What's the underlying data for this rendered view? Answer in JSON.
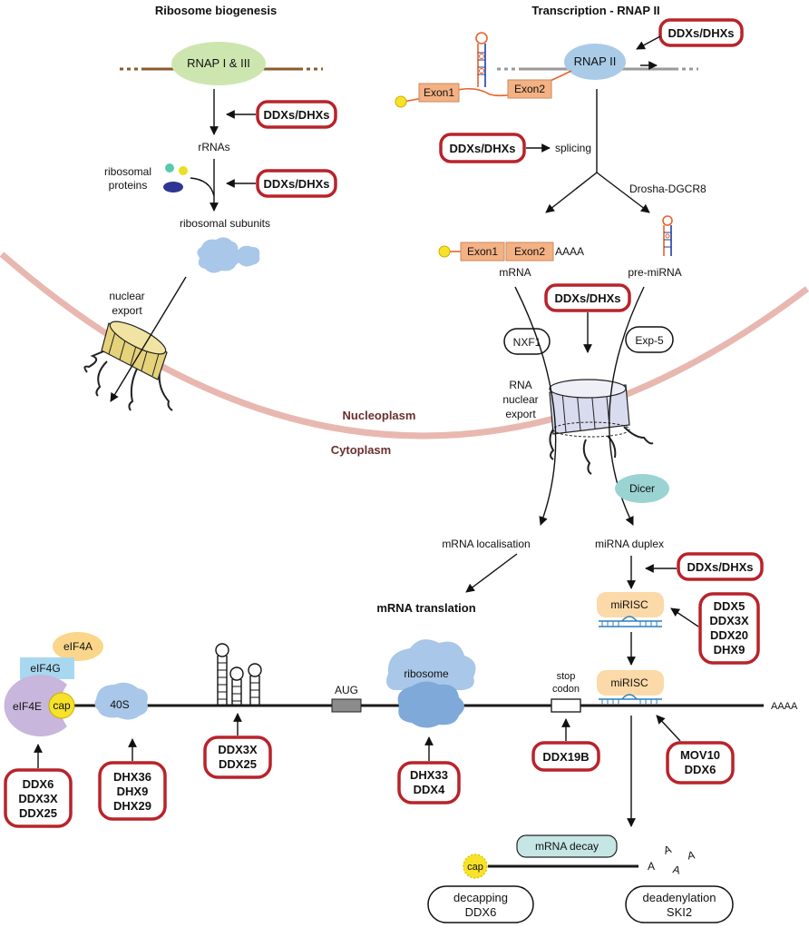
{
  "sections": {
    "ribosome_biogenesis": "Ribosome biogenesis",
    "transcription": "Transcription - RNAP II",
    "nucleoplasm": "Nucleoplasm",
    "cytoplasm": "Cytoplasm",
    "mrna_translation": "mRNA translation"
  },
  "labels": {
    "rnap13": "RNAP I & III",
    "rrnas": "rRNAs",
    "ribosomal_proteins_1": "ribosomal",
    "ribosomal_proteins_2": "proteins",
    "ribosomal_subunits": "ribosomal subunits",
    "nuclear_export_1": "nuclear",
    "nuclear_export_2": "export",
    "rnap2": "RNAP II",
    "exon1": "Exon1",
    "exon2": "Exon2",
    "splicing": "splicing",
    "drosha": "Drosha-DGCR8",
    "mrna_exon1": "Exon1",
    "mrna_exon2": "Exon2",
    "polya": "AAAA",
    "mrna": "mRNA",
    "pre_mirna": "pre-miRNA",
    "nxf1": "NXF1",
    "exp5": "Exp-5",
    "rna_export_1": "RNA",
    "rna_export_2": "nuclear",
    "rna_export_3": "export",
    "dicer": "Dicer",
    "mrna_localisation": "mRNA localisation",
    "mirna_duplex": "miRNA duplex",
    "mirisc": "miRISC",
    "mirisc2": "miRISC",
    "eif4a": "eIF4A",
    "eif4g": "eIF4G",
    "eif4e": "eIF4E",
    "cap": "cap",
    "forty_s": "40S",
    "aug": "AUG",
    "ribosome": "ribosome",
    "stop_1": "stop",
    "stop_2": "codon",
    "aaaa_end": "AAAA",
    "mrna_decay": "mRNA decay",
    "decay_cap": "cap",
    "a1": "A",
    "a2": "A",
    "a3": "A",
    "a4": "A",
    "decapping_1": "decapping",
    "decapping_2": "DDX6",
    "deadenylation_1": "deadenylation",
    "deadenylation_2": "SKI2"
  },
  "helicases": {
    "rnap2_box": "DDXs/DHXs",
    "rrna_box": "DDXs/DHXs",
    "subunit_box": "DDXs/DHXs",
    "splicing_box": "DDXs/DHXs",
    "export_box": "DDXs/DHXs",
    "duplex_box": "DDXs/DHXs",
    "mirisc_box": [
      "DDX5",
      "DDX3X",
      "DDX20",
      "DHX9"
    ],
    "cap_box": [
      "DDX6",
      "DDX3X",
      "DDX25"
    ],
    "scan_box": [
      "DHX36",
      "DHX9",
      "DHX29"
    ],
    "hairpin_box": [
      "DDX3X",
      "DDX25"
    ],
    "ribosome_box": [
      "DHX33",
      "DDX4"
    ],
    "stop_box": "DDX19B",
    "mov10_box": [
      "MOV10",
      "DDX6"
    ]
  },
  "colors": {
    "helicase_border": "#b8232a",
    "membrane": "#e8b8b0",
    "rnap13_fill": "#cde6b0",
    "rnap2_fill": "#a9cbe8",
    "exon_fill": "#f4b183",
    "pore_yellow": "#e6d27a",
    "pore_lavender": "#d9dbee",
    "ribosome_blue": "#a9c7e8",
    "eif4a_fill": "#fbd68a",
    "eif4g_fill": "#a8d8f0",
    "eif4e_fill": "#c8b6dc",
    "cap_fill": "#f7e22a",
    "dicer_fill": "#9bd3d3",
    "mirisc_fill": "#fbd9a8",
    "decay_fill": "#c6e6e6",
    "compartment_text": "#6b2f2f"
  }
}
